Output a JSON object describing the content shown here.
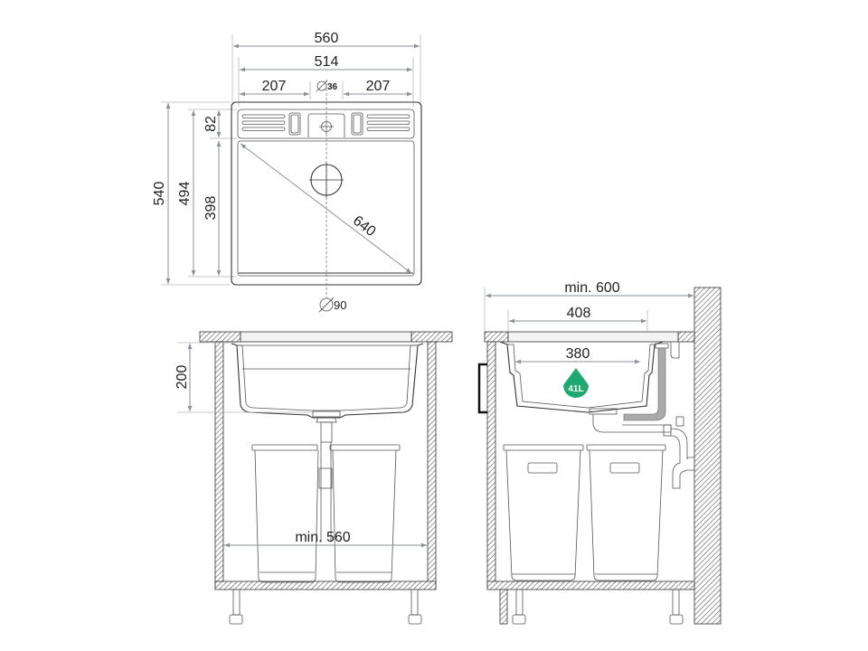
{
  "top_view": {
    "width_overall": "560",
    "width_inner": "514",
    "width_left": "207",
    "width_right": "207",
    "tap_hole": "36",
    "depth_overall": "540",
    "depth_inner": "494",
    "ledge_depth": "82",
    "bowl_depth": "398",
    "diagonal": "640",
    "drain": "90"
  },
  "front_view": {
    "bowl_height": "200",
    "cabinet_min_width": "min. 560"
  },
  "side_view": {
    "cabinet_min_depth": "min. 600",
    "sink_depth": "408",
    "bowl_depth": "380",
    "capacity_badge": "41L",
    "badge_color": "#1fa870"
  },
  "colors": {
    "dimension_line": "#8a9299",
    "outline": "#333333",
    "hatch": "#555555"
  }
}
